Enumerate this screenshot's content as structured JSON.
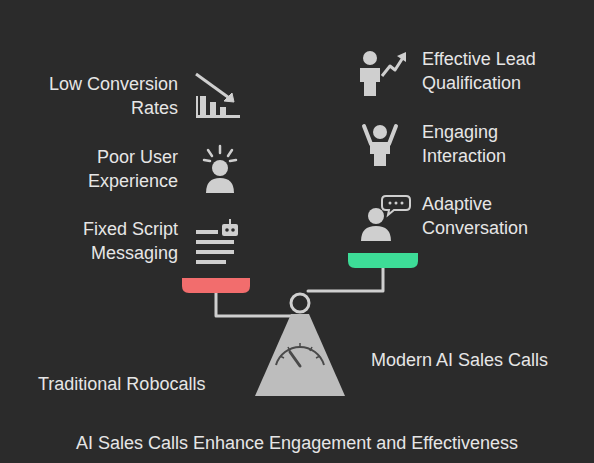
{
  "diagram": {
    "caption": "AI Sales Calls Enhance Engagement and Effectiveness",
    "labels": [
      "Low Conversion Rates",
      "Poor User Experience",
      "Fixed Script Messaging",
      "Effective Lead Qualification",
      "Engaging Interaction",
      "Adaptive Conversation",
      "Traditional Robocalls",
      "Modern AI Sales Calls"
    ]
  }
}
